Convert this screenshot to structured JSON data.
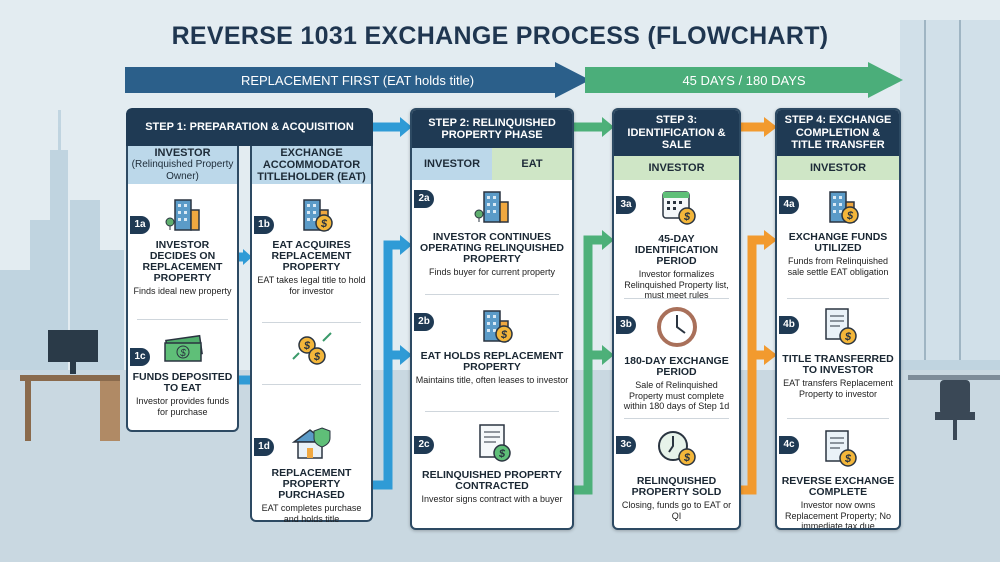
{
  "title": "REVERSE 1031 EXCHANGE PROCESS (FLOWCHART)",
  "banners": {
    "left": "REPLACEMENT FIRST (EAT holds title)",
    "right": "45 DAYS / 180 DAYS"
  },
  "colors": {
    "navy": "#1f3a54",
    "blue": "#2f9bd6",
    "green": "#4db079",
    "orange": "#f29a2e"
  },
  "steps": [
    {
      "title": "STEP 1: PREPARATION & ACQUISITION",
      "roles": [
        {
          "name": "INVESTOR",
          "note": "(Relinquished Property Owner)"
        },
        {
          "name": "EXCHANGE ACCOMMODATOR TITLEHOLDER (EAT)"
        }
      ],
      "items": [
        {
          "num": "1a",
          "icon": "building-icon",
          "title": "INVESTOR DECIDES ON REPLACEMENT PROPERTY",
          "desc": "Finds ideal new property"
        },
        {
          "num": "1b",
          "icon": "building-dollar-icon",
          "title": "EAT ACQUIRES REPLACEMENT PROPERTY",
          "desc": "EAT takes legal title to hold for investor"
        },
        {
          "num": "1c",
          "icon": "cash-icon",
          "title": "FUNDS DEPOSITED TO EAT",
          "desc": "Investor provides funds for purchase"
        },
        {
          "num": "1d",
          "icon": "house-shield-icon",
          "title": "REPLACEMENT PROPERTY PURCHASED",
          "desc": "EAT completes purchase and holds title"
        }
      ]
    },
    {
      "title": "STEP 2: RELINQUISHED PROPERTY PHASE",
      "roles": [
        {
          "name": "INVESTOR"
        },
        {
          "name": "EAT"
        }
      ],
      "items": [
        {
          "num": "2a",
          "icon": "building-icon",
          "title": "INVESTOR CONTINUES OPERATING RELINQUISHED PROPERTY",
          "desc": "Finds buyer for current property"
        },
        {
          "num": "2b",
          "icon": "building-dollar-icon",
          "title": "EAT HOLDS REPLACEMENT PROPERTY",
          "desc": "Maintains title, often leases to investor"
        },
        {
          "num": "2c",
          "icon": "contract-icon",
          "title": "RELINQUISHED PROPERTY CONTRACTED",
          "desc": "Investor signs contract with a buyer"
        }
      ]
    },
    {
      "title": "STEP 3: IDENTIFICATION & SALE",
      "roles": [
        {
          "name": "INVESTOR"
        }
      ],
      "items": [
        {
          "num": "3a",
          "icon": "calendar-icon",
          "title": "45-DAY IDENTIFICATION PERIOD",
          "desc": "Investor formalizes Relinquished Property list, must meet rules"
        },
        {
          "num": "3b",
          "icon": "clock-icon",
          "title": "180-DAY EXCHANGE PERIOD",
          "desc": "Sale of Relinquished Property must complete within 180 days of Step 1d"
        },
        {
          "num": "3c",
          "icon": "clock-dollar-icon",
          "title": "RELINQUISHED PROPERTY SOLD",
          "desc": "Closing, funds go to EAT or QI"
        }
      ]
    },
    {
      "title": "STEP 4: EXCHANGE COMPLETION & TITLE TRANSFER",
      "roles": [
        {
          "name": "INVESTOR"
        }
      ],
      "items": [
        {
          "num": "4a",
          "icon": "building-dollar-icon",
          "title": "EXCHANGE FUNDS UTILIZED",
          "desc": "Funds from Relinquished sale settle EAT obligation"
        },
        {
          "num": "4b",
          "icon": "document-dollar-icon",
          "title": "TITLE TRANSFERRED TO INVESTOR",
          "desc": "EAT transfers Replacement Property to investor"
        },
        {
          "num": "4c",
          "icon": "document-dollar-icon",
          "title": "REVERSE EXCHANGE COMPLETE",
          "desc": "Investor now owns Replacement Property; No immediate tax due"
        }
      ]
    }
  ]
}
